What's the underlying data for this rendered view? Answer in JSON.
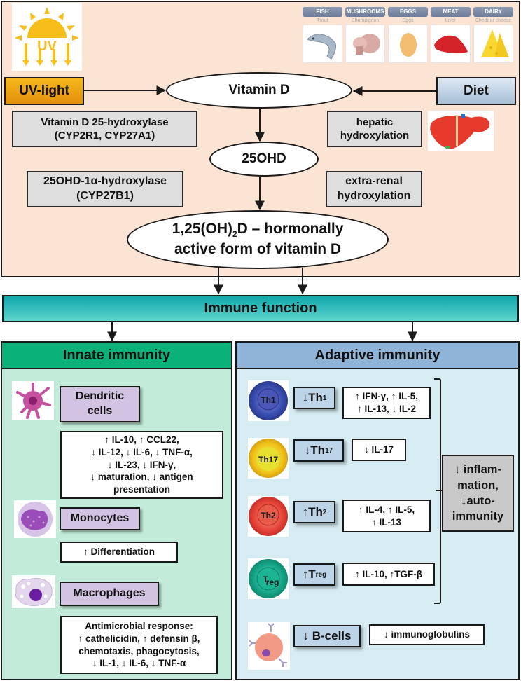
{
  "metabolism": {
    "sources": {
      "uv_light": "UV-light",
      "uv_icon_text": "UV",
      "diet": "Diet"
    },
    "foods": [
      {
        "category": "FISH",
        "example": "Trout"
      },
      {
        "category": "MUSHROOMS",
        "example": "Champignon"
      },
      {
        "category": "EGGS",
        "example": "Eggs"
      },
      {
        "category": "MEAT",
        "example": "Liver"
      },
      {
        "category": "DAIRY",
        "example": "Cheddar cheese"
      }
    ],
    "vitamin_d": "Vitamin D",
    "enzyme_25": {
      "line1": "Vitamin D 25-hydroxylase",
      "line2": "(CYP2R1, CYP27A1)"
    },
    "hepatic": {
      "line1": "hepatic",
      "line2": "hydroxylation"
    },
    "ohd25": "25OHD",
    "enzyme_1a": {
      "line1": "25OHD-1α-hydroxylase",
      "line2": "(CYP27B1)"
    },
    "extra_renal": {
      "line1": "extra-renal",
      "line2": "hydroxylation"
    },
    "active_form": {
      "prefix": "1,25(OH)",
      "sub": "2",
      "suffix": "D – hormonally",
      "line2": "active form of vitamin D"
    }
  },
  "immune_function": "Immune function",
  "innate": {
    "title": "Innate immunity",
    "cells": [
      {
        "name_line1": "Dendritic",
        "name_line2": "cells",
        "effects": [
          "↑ IL-10, ↑ CCL22,",
          "↓ IL-12, ↓ IL-6, ↓ TNF-α,",
          "↓ IL-23, ↓ IFN-γ,",
          "↓ maturation, ↓ antigen",
          "presentation"
        ]
      },
      {
        "name_line1": "Monocytes",
        "name_line2": "",
        "effects": [
          "↑ Differentiation"
        ]
      },
      {
        "name_line1": "Macrophages",
        "name_line2": "",
        "effects": [
          "Antimicrobial response:",
          "↑ cathelicidin, ↑ defensin β,",
          "chemotaxis, phagocytosis,",
          "↓ IL-1, ↓ IL-6, ↓ TNF-α"
        ]
      }
    ]
  },
  "adaptive": {
    "title": "Adaptive immunity",
    "tcells": [
      {
        "icon_text": "Th1",
        "arrow": "↓",
        "base": "Th",
        "sub": "1",
        "effects": [
          "↑ IFN-γ, ↑ IL-5,",
          "↑ IL-13, ↓ IL-2"
        ],
        "color": "#3b4fb0"
      },
      {
        "icon_text": "Th17",
        "arrow": "↓",
        "base": "Th",
        "sub": "17",
        "effects": [
          "↓ IL-17"
        ],
        "color": "#f0c419"
      },
      {
        "icon_text": "Th2",
        "arrow": "↑",
        "base": "Th",
        "sub": "2",
        "effects": [
          "↑ IL-4, ↑ IL-5,",
          "↑ IL-13"
        ],
        "color": "#e8473a"
      },
      {
        "icon_text": "T",
        "icon_sub": "reg",
        "arrow": "↑",
        "base": "T",
        "sub": "reg",
        "effects": [
          "↑ IL-10, ↑TGF-β"
        ],
        "color": "#17a88a"
      }
    ],
    "bcells": {
      "label": "↓ B-cells",
      "effects": "↓ immunoglobulins"
    },
    "outcome": [
      "↓ inflam-",
      "mation,",
      "↓auto-",
      "immunity"
    ]
  }
}
